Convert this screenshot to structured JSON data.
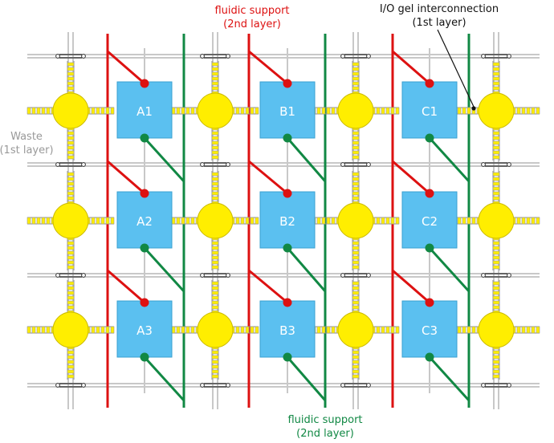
{
  "labels": {
    "top_support_line1": "fluidic support",
    "top_support_line2": "(2nd layer)",
    "bottom_support_line1": "fluidic support",
    "bottom_support_line2": "(2nd layer)",
    "io_line1": "I/O gel interconnection",
    "io_line2": "(1st layer)",
    "waste_line1": "Waste",
    "waste_line2": "(1st layer)"
  },
  "cells": [
    "A1",
    "B1",
    "C1",
    "A2",
    "B2",
    "C2",
    "A3",
    "B3",
    "C3"
  ],
  "colors": {
    "cell": "#5bc0f0",
    "node": "#ffee00",
    "red": "#dd1111",
    "green": "#118844",
    "grid": "#c8c8c8",
    "label_red": "#dd1111",
    "label_green": "#118844",
    "label_gray": "#999999"
  }
}
